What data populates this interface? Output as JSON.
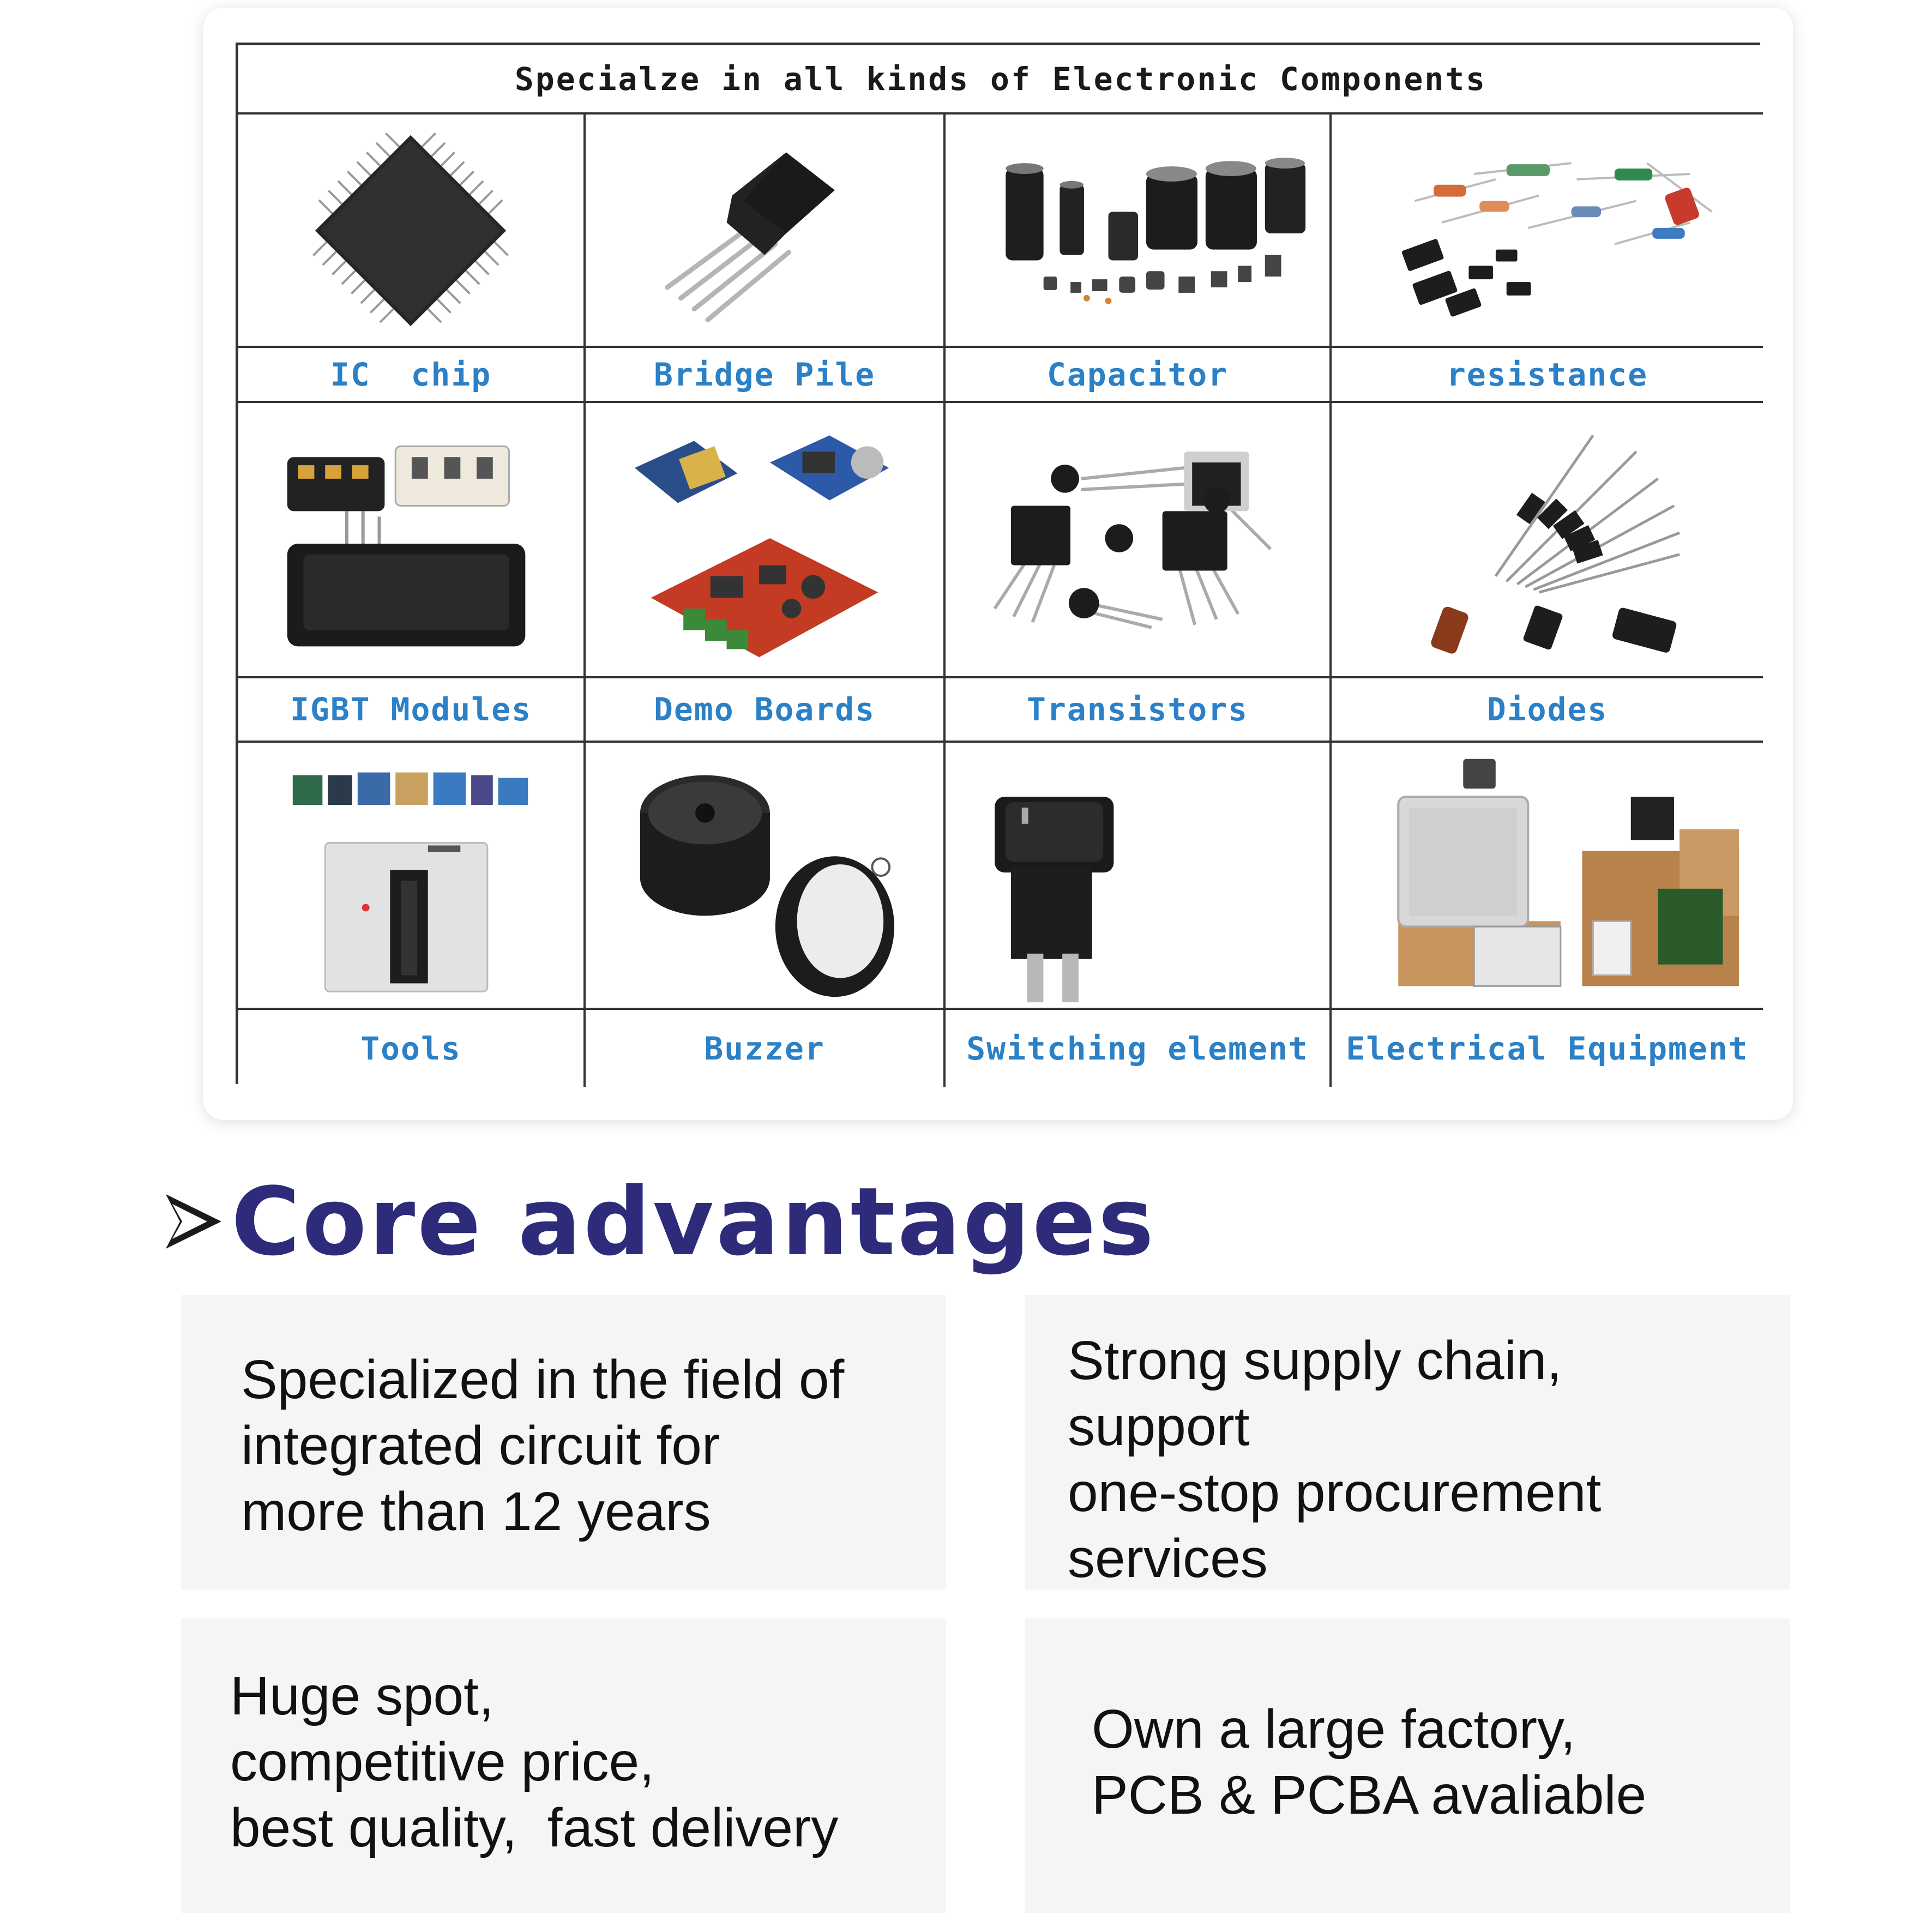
{
  "catalog": {
    "title": "Specialze in all kinds of Electronic Components",
    "rows": [
      [
        {
          "label": "IC  chip",
          "icon": "ic-chip-icon"
        },
        {
          "label": "Bridge Pile",
          "icon": "bridge-pile-icon"
        },
        {
          "label": "Capacitor",
          "icon": "capacitor-icon"
        },
        {
          "label": "resistance",
          "icon": "resistance-icon"
        }
      ],
      [
        {
          "label": "IGBT Modules",
          "icon": "igbt-module-icon"
        },
        {
          "label": "Demo Boards",
          "icon": "demo-board-icon"
        },
        {
          "label": "Transistors",
          "icon": "transistor-icon"
        },
        {
          "label": "Diodes",
          "icon": "diode-icon"
        }
      ],
      [
        {
          "label": "Tools",
          "icon": "programmer-tool-icon"
        },
        {
          "label": "Buzzer",
          "icon": "buzzer-icon"
        },
        {
          "label": "Switching element",
          "icon": "rocker-switch-icon"
        },
        {
          "label": "Electrical Equipment",
          "icon": "electrical-equipment-icon"
        }
      ]
    ]
  },
  "advantages": {
    "heading": "Core advantages",
    "heading_icon": "arrowhead-bullet-icon",
    "items": [
      {
        "lines": [
          "Specialized in the field of",
          "integrated circuit for",
          "more than 12 years"
        ]
      },
      {
        "lines": [
          "Strong supply chain,",
          "support",
          "one-stop procurement",
          "services"
        ]
      },
      {
        "lines": [
          "Huge spot,",
          "competitive price,",
          "best quality,  fast delivery"
        ]
      },
      {
        "lines": [
          "Own a large factory,",
          "PCB & PCBA avaliable"
        ]
      }
    ]
  },
  "colors": {
    "heading": "#2e2c7a",
    "label_blue": "#2b80c6",
    "box_bg": "#f5f5f7"
  }
}
